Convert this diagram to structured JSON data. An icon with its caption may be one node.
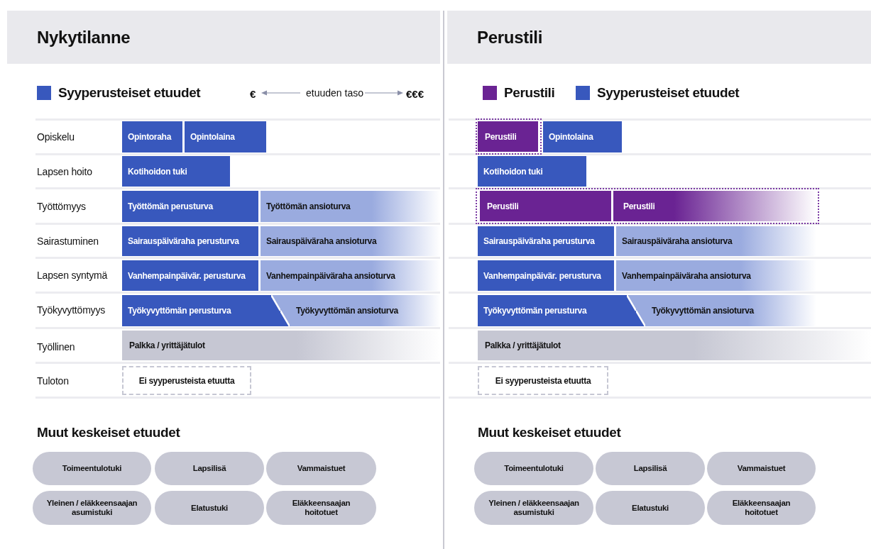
{
  "diagram": {
    "nodes": [
      {
        "text": [
          "Nykytilanne"
        ]
      },
      {
        "text": [
          "Perustili"
        ]
      },
      {
        "text": [
          "Opintoraha"
        ]
      },
      {
        "text": [
          "Opintolaina"
        ]
      },
      {
        "text": [
          "Kotihoidon tuki"
        ]
      },
      {
        "text": [
          "Työttömän perusturva"
        ]
      },
      {
        "text": [
          "Työttömän ansioturva"
        ]
      },
      {
        "text": [
          "Sairauspäiväraha perusturva"
        ]
      },
      {
        "text": [
          "Sairauspäiväraha ansioturva"
        ]
      },
      {
        "text": [
          "Vanhempainpäivär. perusturva"
        ]
      },
      {
        "text": [
          "Vanhempainpäiväraha ansioturva"
        ]
      },
      {
        "text": [
          "Työkyvyttömän perusturva"
        ]
      },
      {
        "text": [
          "Työkyvyttömän ansioturva"
        ]
      },
      {
        "text": [
          "Palkka / yrittäjätulot"
        ]
      },
      {
        "text": [
          "Ei syyperusteista etuutta"
        ]
      },
      {
        "text": [
          "Toimeentulotuki"
        ]
      },
      {
        "text": [
          "Lapsilisä"
        ]
      },
      {
        "text": [
          "Vammaistuet"
        ]
      },
      {
        "text": [
          "Yleinen / eläkkeensaajan asumistuki"
        ]
      },
      {
        "text": [
          "Elatustuki"
        ]
      },
      {
        "text": [
          "Eläkkeensaajan hoitotuet"
        ]
      },
      {
        "text": [],
        "shape": "box"
      },
      {
        "text": [
          "Perustili"
        ],
        "in": 21
      },
      {
        "text": [
          "Opintolaina"
        ]
      },
      {
        "text": [
          "Kotihoidon tuki"
        ]
      },
      {
        "text": [],
        "shape": "box"
      },
      {
        "text": [
          "Perustili"
        ],
        "in": 25
      },
      {
        "text": [
          "Perustili"
        ],
        "in": 25
      },
      {
        "text": [
          "Sairauspäiväraha perusturva"
        ]
      },
      {
        "text": [
          "Sairauspäiväraha ansioturva"
        ]
      },
      {
        "text": [
          "Vanhempainpäivär. perusturva"
        ]
      },
      {
        "text": [
          "Vanhempainpäiväraha ansioturva"
        ]
      },
      {
        "text": [
          "Työkyvyttömän perusturva"
        ]
      },
      {
        "text": [
          "Työkyvyttömän ansioturva"
        ]
      },
      {
        "text": [
          "Palkka / yrittäjätulot"
        ]
      },
      {
        "text": [
          "Ei syyperusteista etuutta"
        ]
      },
      {
        "text": [
          "Toimeentulotuki"
        ]
      },
      {
        "text": [
          "Lapsilisä"
        ]
      },
      {
        "text": [
          "Vammaistuet"
        ]
      },
      {
        "text": [
          "Yleinen / eläkkeensaajan asumistuki"
        ]
      },
      {
        "text": [
          "Elatustuki"
        ]
      },
      {
        "text": [
          "Eläkkeensaajan hoitotuet"
        ]
      }
    ],
    "labels": [
      "€",
      "etuuden taso",
      "€€€",
      "Opiskelu",
      "Lapsen hoito",
      "Työttömyys",
      "Sairastuminen",
      "Lapsen syntymä",
      "Työkyvyttömyys",
      "Työllinen",
      "Tuloton",
      "Muut keskeiset etuudet",
      "Muut keskeiset etuudet"
    ],
    "legend": [
      {
        "text": "Syyperusteiset etuudet",
        "color": "#3858bd"
      },
      {
        "text": "Perustili",
        "color": "#6a2393"
      },
      {
        "text": "Syyperusteiset etuudet",
        "color": "#3858bd"
      }
    ]
  }
}
